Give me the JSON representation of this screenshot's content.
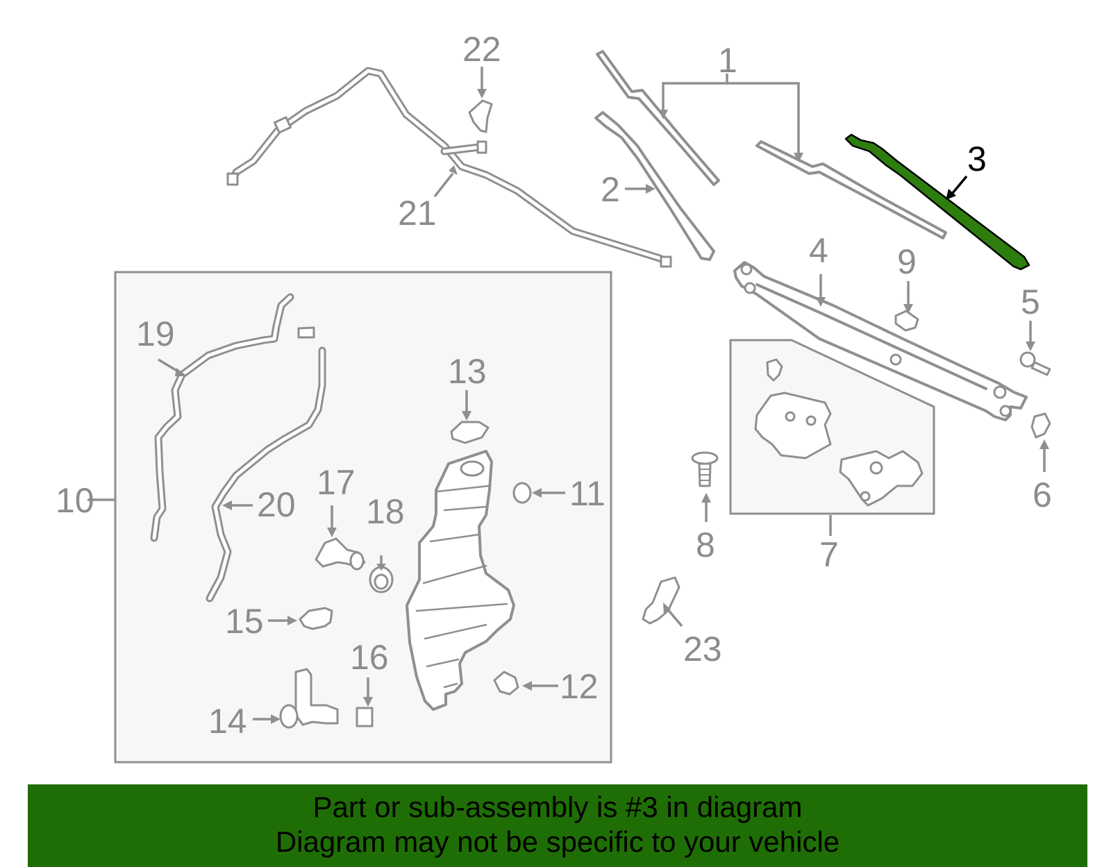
{
  "diagram": {
    "callouts": {
      "c1": "1",
      "c2": "2",
      "c3": "3",
      "c4": "4",
      "c5": "5",
      "c6": "6",
      "c7": "7",
      "c8": "8",
      "c9": "9",
      "c10": "10",
      "c11": "11",
      "c12": "12",
      "c13": "13",
      "c14": "14",
      "c15": "15",
      "c16": "16",
      "c17": "17",
      "c18": "18",
      "c19": "19",
      "c20": "20",
      "c21": "21",
      "c22": "22",
      "c23": "23"
    },
    "highlighted_part": "3",
    "colors": {
      "highlight": "#2e7d0f",
      "parts": "#8f8f8f",
      "banner": "#1f6e05",
      "box_fill": "#f7f7f7"
    }
  },
  "banner": {
    "line1": "Part or sub-assembly is #3 in diagram",
    "line2": "Diagram may not be specific to your vehicle"
  }
}
